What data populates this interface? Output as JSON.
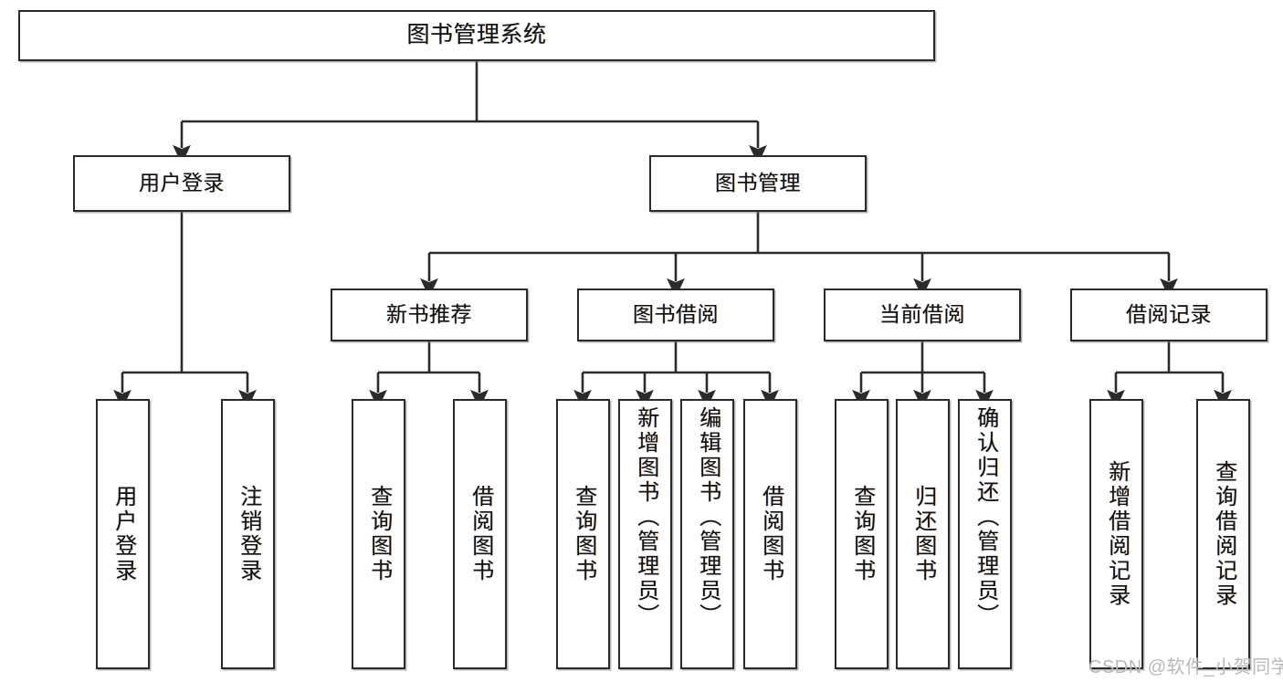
{
  "diagram": {
    "title": "图书管理系统",
    "stroke_color": "#2b2b2b",
    "fill_color": "#ffffff",
    "text_color": "#111111"
  },
  "nodes": {
    "root": {
      "label": "图书管理系统"
    },
    "level2": [
      {
        "label": "用户登录"
      },
      {
        "label": "图书管理"
      }
    ],
    "level3": [
      {
        "label": "新书推荐"
      },
      {
        "label": "图书借阅"
      },
      {
        "label": "当前借阅"
      },
      {
        "label": "借阅记录"
      }
    ],
    "leaves": [
      {
        "label": "用户登录"
      },
      {
        "label": "注销登录"
      },
      {
        "label": "查询图书"
      },
      {
        "label": "借阅图书"
      },
      {
        "label": "查询图书"
      },
      {
        "label": "新增图书（管理员）"
      },
      {
        "label": "编辑图书（管理员）"
      },
      {
        "label": "借阅图书"
      },
      {
        "label": "查询图书"
      },
      {
        "label": "归还图书"
      },
      {
        "label": "确认归还（管理员）"
      },
      {
        "label": "新增借阅记录"
      },
      {
        "label": "查询借阅记录"
      }
    ]
  },
  "watermark": {
    "text": "CSDN @软件_小贺同学"
  }
}
